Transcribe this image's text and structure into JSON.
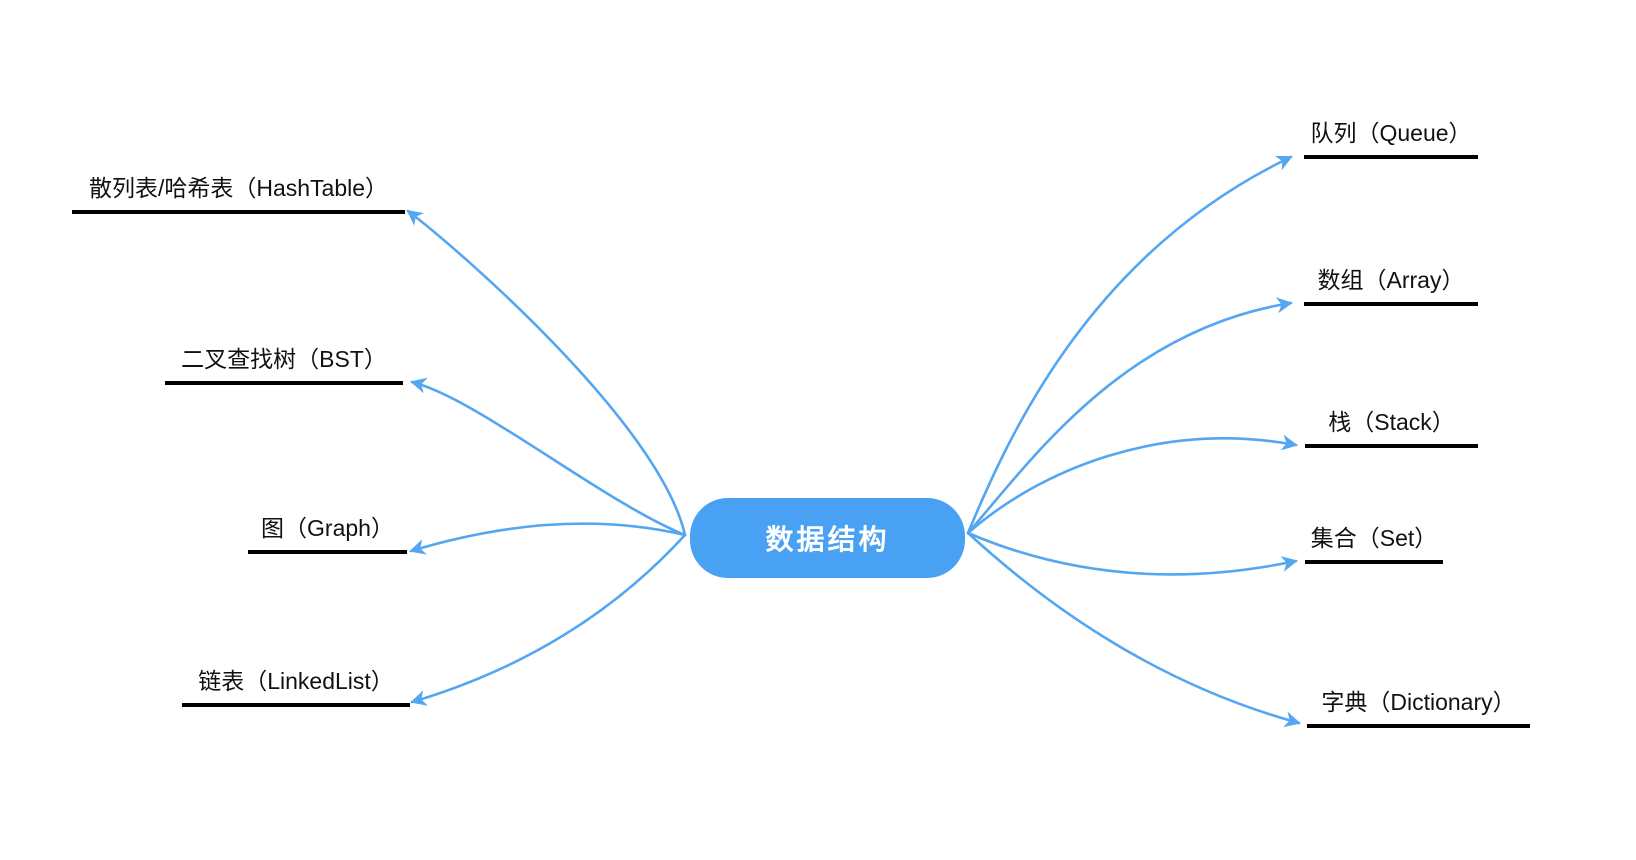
{
  "diagram": {
    "root": {
      "label": "数据结构"
    },
    "left_branches": [
      {
        "id": "hashtable",
        "label": "散列表/哈希表（HashTable）"
      },
      {
        "id": "bst",
        "label": "二叉查找树（BST）"
      },
      {
        "id": "graph",
        "label": "图（Graph）"
      },
      {
        "id": "linkedlist",
        "label": "链表（LinkedList）"
      }
    ],
    "right_branches": [
      {
        "id": "queue",
        "label": "队列（Queue）"
      },
      {
        "id": "array",
        "label": "数组（Array）"
      },
      {
        "id": "stack",
        "label": "栈（Stack）"
      },
      {
        "id": "set",
        "label": "集合（Set）"
      },
      {
        "id": "dictionary",
        "label": "字典（Dictionary）"
      }
    ],
    "colors": {
      "accent_blue": "#48a1f2",
      "branch_line": "#55a6f1",
      "root_text": "#ffffff",
      "label_text": "#111111",
      "underline": "#000000",
      "background": "#ffffff"
    }
  }
}
